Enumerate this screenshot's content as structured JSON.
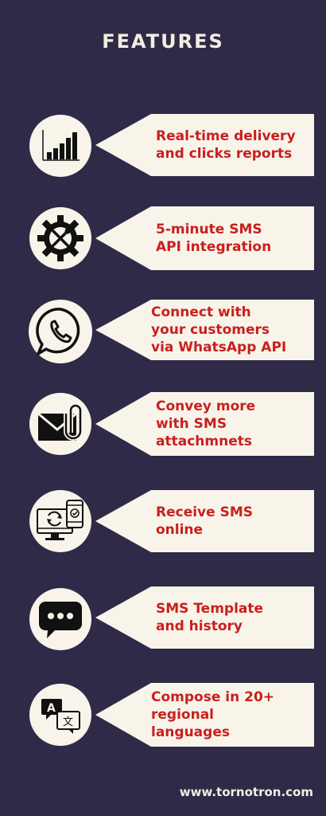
{
  "title": "FEATURES",
  "features": [
    {
      "text": "Real-time delivery\nand clicks reports",
      "icon": "bar-chart-icon"
    },
    {
      "text": "5-minute SMS\nAPI integration",
      "icon": "gear-tools-icon"
    },
    {
      "text": "Connect with\nyour customers\nvia WhatsApp API",
      "icon": "whatsapp-icon"
    },
    {
      "text": "Convey more\nwith SMS\nattachmnets",
      "icon": "envelope-paperclip-icon"
    },
    {
      "text": "Receive SMS\nonline",
      "icon": "monitor-phone-sync-icon"
    },
    {
      "text": "SMS Template\nand history",
      "icon": "chat-bubble-icon"
    },
    {
      "text": "Compose in 20+\nregional\nlanguages",
      "icon": "translate-icon"
    }
  ],
  "footer": "www.tornotron.com",
  "colors": {
    "background": "#2e2a48",
    "card": "#f8f4ea",
    "accent_text": "#c8201e",
    "title": "#f3ede0"
  }
}
